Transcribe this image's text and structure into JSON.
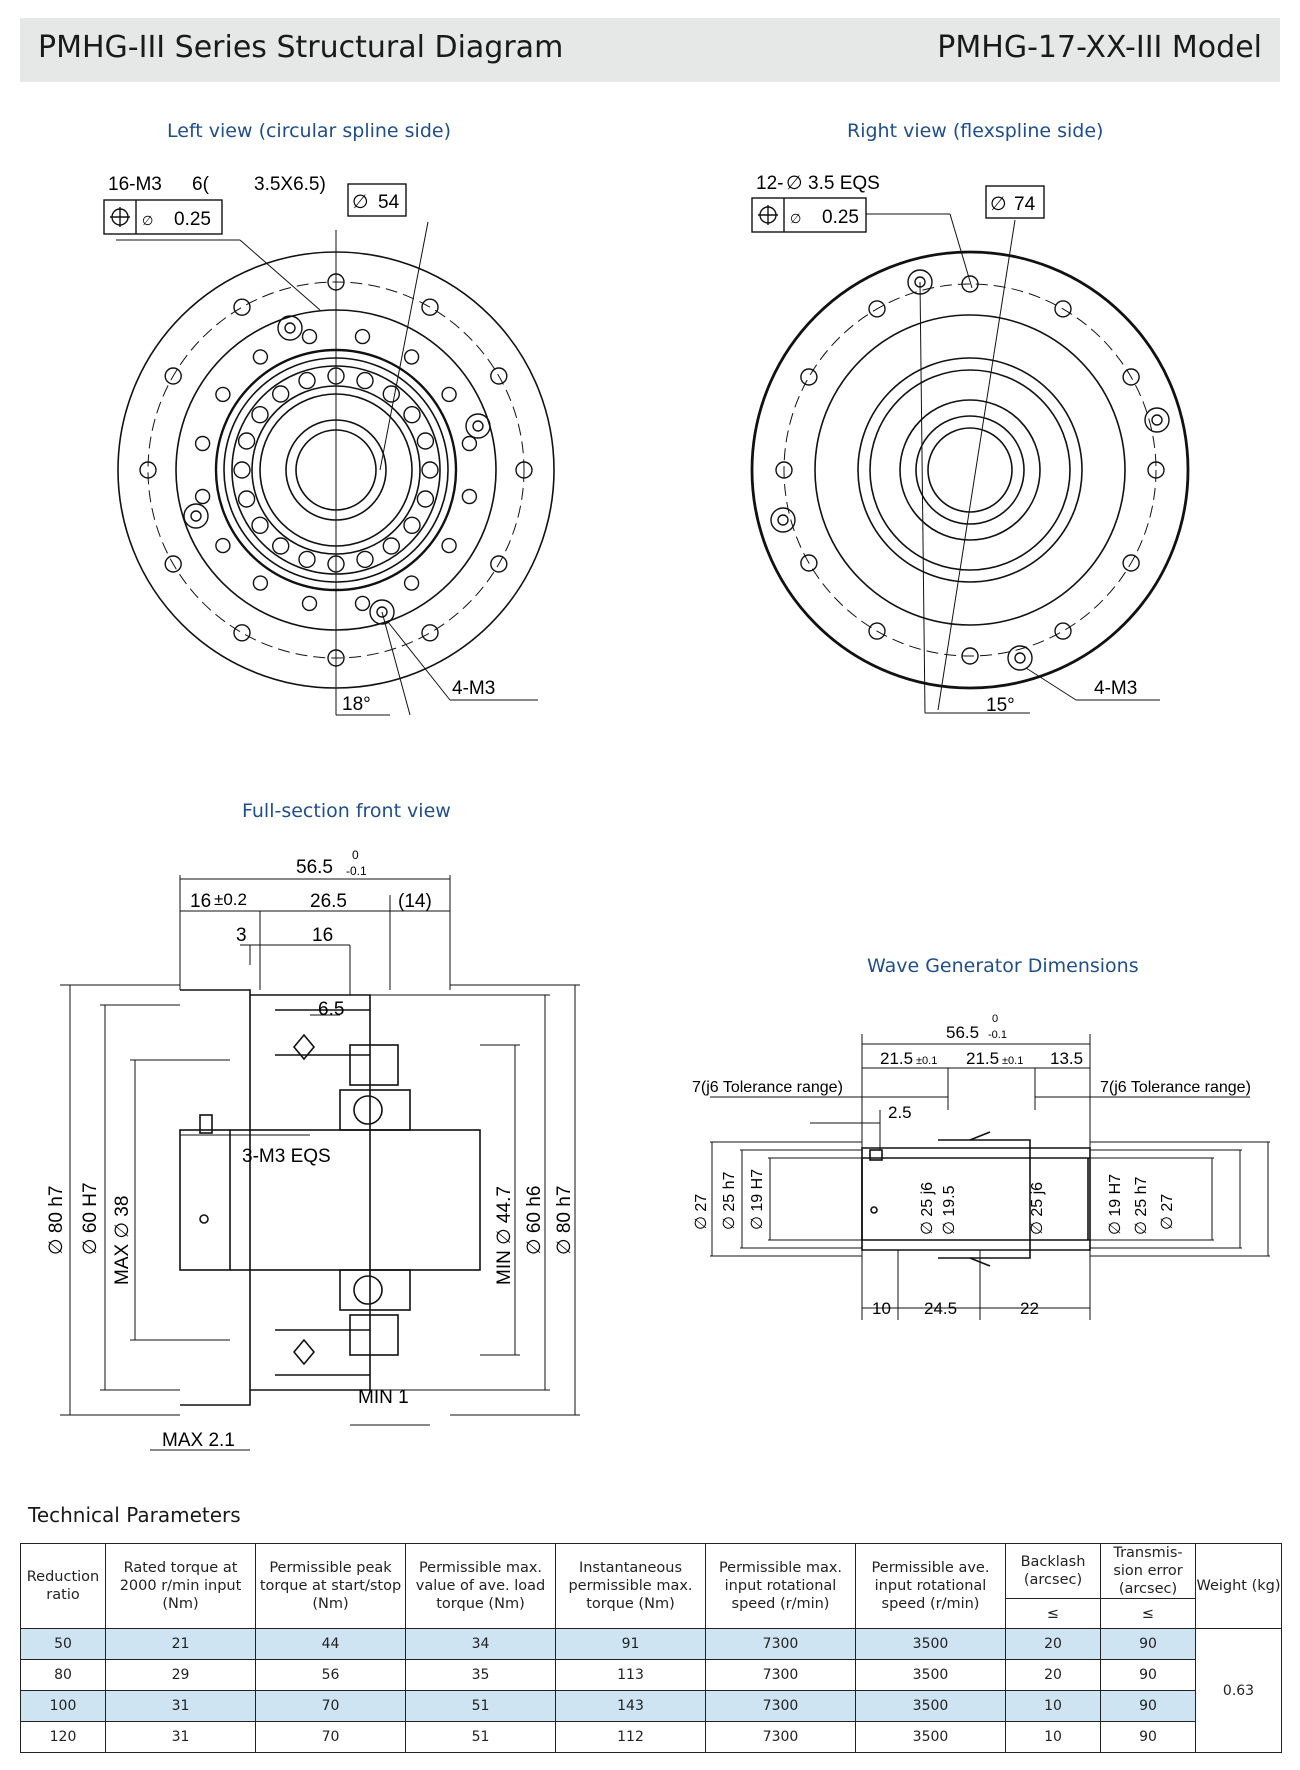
{
  "header": {
    "left_title": "PMHG-III Series Structural Diagram",
    "right_title": "PMHG-17-XX-III Model"
  },
  "views": {
    "left_title": "Left view (circular spline side)",
    "right_title": "Right view (flexspline side)",
    "section_title": "Full-section front view",
    "wave_title": "Wave Generator Dimensions"
  },
  "left_view": {
    "hole_callout": "16-M3",
    "hole_depth": "6(",
    "hole_depth2": "3.5X6.5)",
    "position_tol": "0.25",
    "diameter_54": "54",
    "angle": "18°",
    "thread_label": "4-M3"
  },
  "right_view": {
    "hole_callout_pre": "12-",
    "hole_callout": "3.5 EQS",
    "position_tol": "0.25",
    "diameter_74": "74",
    "angle": "15°",
    "thread_label": "4-M3"
  },
  "section_view": {
    "overall": "56.5",
    "overall_tol_upper": "0",
    "overall_tol_lower": "-0.1",
    "dim_16": "16",
    "dim_16_tol": "±0.2",
    "dim_26_5": "26.5",
    "dim_14": "(14)",
    "dim_3": "3",
    "dim_16b": "16",
    "dim_6_5": "6.5",
    "thread": "3-M3 EQS",
    "d80h7_left": "80 h7",
    "d60H7": "60 H7",
    "max38_pre": "MAX",
    "max38": "38",
    "min44_pre": "MIN",
    "min44": "44.7",
    "d60h6": "60 h6",
    "d80h7_right": "80 h7",
    "min1": "MIN 1",
    "max2_1": "MAX 2.1"
  },
  "wave_generator": {
    "overall": "56.5",
    "overall_tol_upper": "0",
    "overall_tol_lower": "-0.1",
    "dim_a": "21.5",
    "dim_a_tol": "±0.1",
    "dim_b": "21.5",
    "dim_b_tol": "±0.1",
    "dim_c": "13.5",
    "tol_left": "7(j6 Tolerance range)",
    "tol_right": "7(j6 Tolerance range)",
    "dim_2_5": "2.5",
    "d27_l": "27",
    "d25h7_l": "25 h7",
    "d19H7_l": "19 H7",
    "d25j6_a": "25 j6",
    "d19_5": "19.5",
    "d25j6_b": "25 j6",
    "d19H7_r": "19 H7",
    "d25h7_r": "25 h7",
    "d27_r": "27",
    "b10": "10",
    "b24_5": "24.5",
    "b22": "22"
  },
  "technical": {
    "section_title": "Technical Parameters",
    "headers": [
      "Reduction ratio",
      "Rated torque at 2000 r/min input (Nm)",
      "Permissible peak torque at start/stop (Nm)",
      "Permissible max. value of ave. load torque (Nm)",
      "Instantaneous permissible max. torque (Nm)",
      "Permissible max. input rotational speed (r/min)",
      "Permissible ave. input rotational speed (r/min)",
      "Backlash (arcsec)",
      "Transmis-sion error (arcsec)",
      "Weight (kg)"
    ],
    "le_symbol": "≤",
    "rows": [
      [
        "50",
        "21",
        "44",
        "34",
        "91",
        "7300",
        "3500",
        "20",
        "90"
      ],
      [
        "80",
        "29",
        "56",
        "35",
        "113",
        "7300",
        "3500",
        "20",
        "90"
      ],
      [
        "100",
        "31",
        "70",
        "51",
        "143",
        "7300",
        "3500",
        "10",
        "90"
      ],
      [
        "120",
        "31",
        "70",
        "51",
        "112",
        "7300",
        "3500",
        "10",
        "90"
      ]
    ],
    "weight": "0.63"
  },
  "colors": {
    "header_bg": "#e6e8e8",
    "title_blue": "#1f4e8c",
    "row_highlight": "#cfe4f2"
  }
}
